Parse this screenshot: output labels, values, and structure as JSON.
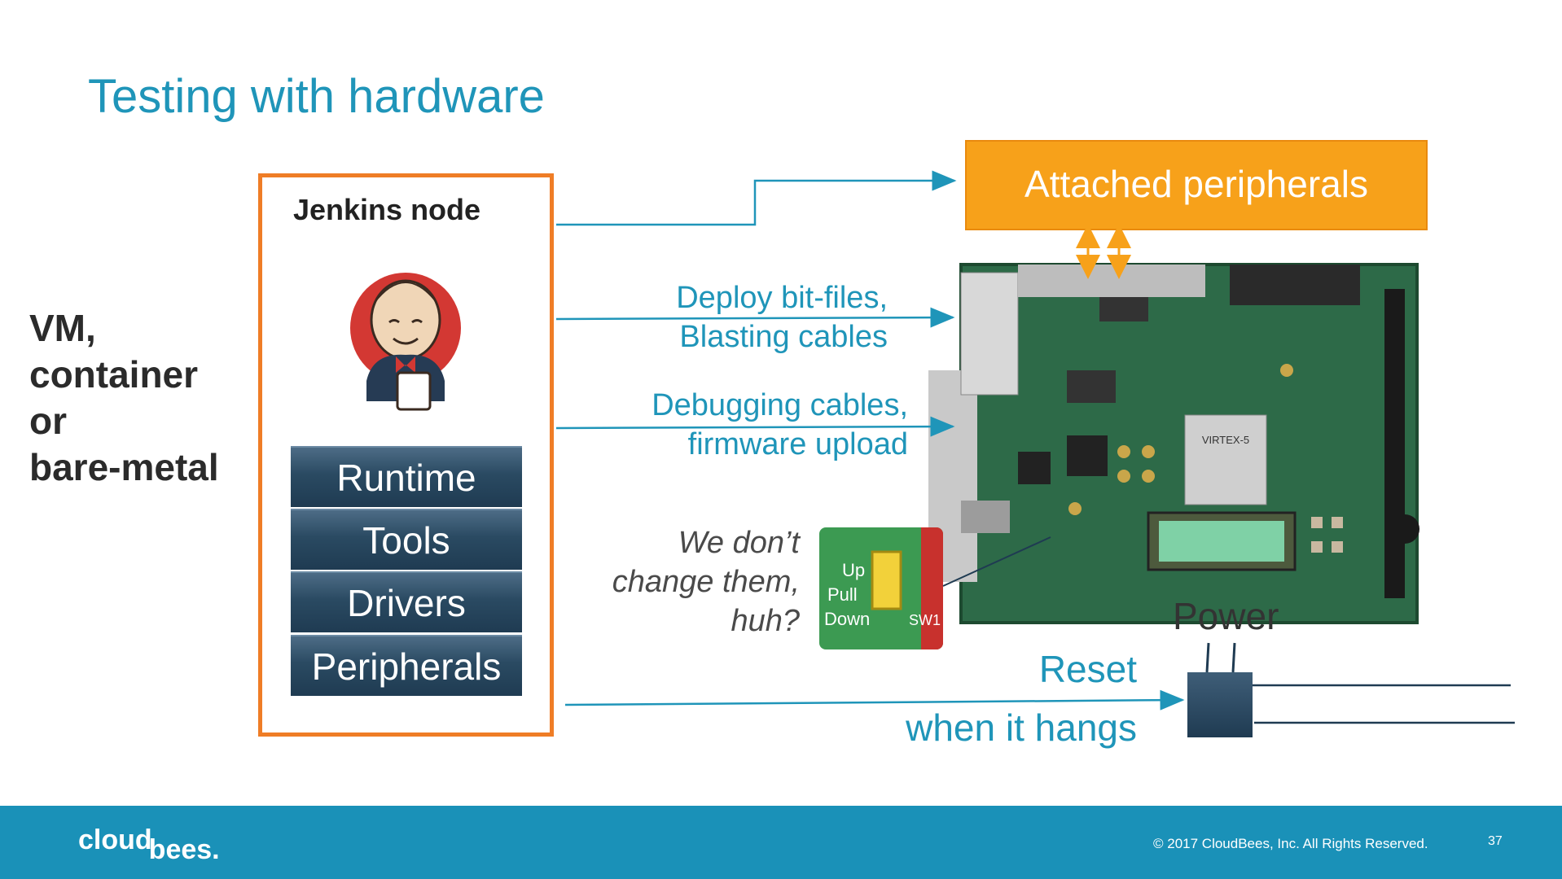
{
  "slide": {
    "title": "Testing with hardware",
    "left_label": [
      "VM,",
      "container",
      "or",
      "bare-metal"
    ],
    "node_label": "Jenkins node",
    "stack": [
      "Runtime",
      "Tools",
      "Drivers",
      "Peripherals"
    ],
    "peripherals_box": "Attached peripherals",
    "deploy": [
      "Deploy bit-files,",
      "Blasting cables"
    ],
    "debug": [
      "Debugging cables,",
      "firmware upload"
    ],
    "question": [
      "We don’t",
      "change them,",
      "huh?"
    ],
    "jumper_labels": [
      "Up",
      "Pull",
      "Down",
      "SW1"
    ],
    "power": "Power",
    "reset": [
      "Reset",
      "when it hangs"
    ]
  },
  "footer": {
    "logo_part1": "cloud",
    "logo_part2": "bees.",
    "copyright": "© 2017 CloudBees, Inc. All Rights Reserved.",
    "page_number": "37"
  },
  "colors": {
    "accent_teal": "#1f95b9",
    "accent_orange": "#f7a11a",
    "node_border": "#ef7d26",
    "stack_blue": "#2a4a62",
    "footer": "#1a91b8"
  }
}
